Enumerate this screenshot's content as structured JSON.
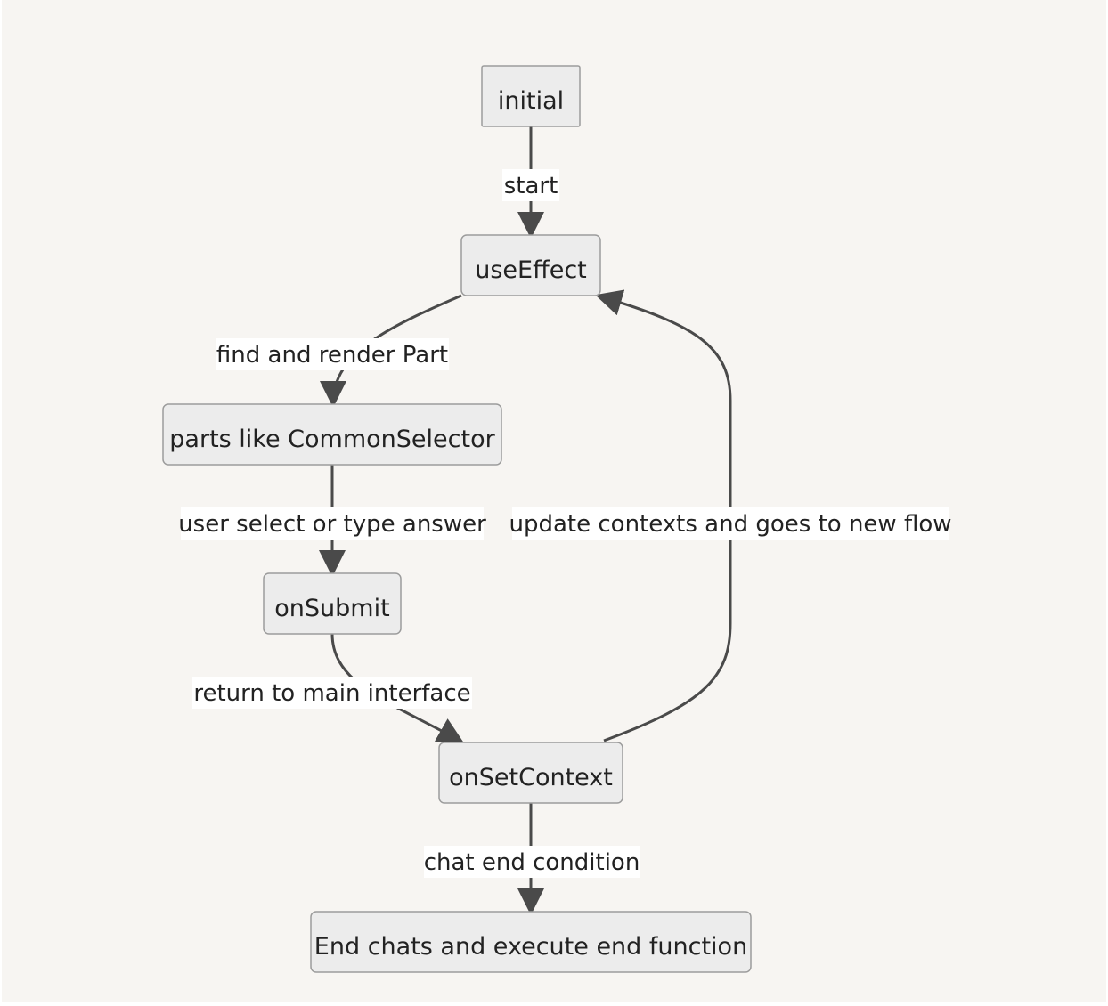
{
  "nodes": {
    "initial": "initial",
    "use_effect": "useEffect",
    "parts": "parts like CommonSelector",
    "on_submit": "onSubmit",
    "on_set_context": "onSetContext",
    "end": "End chats and execute end function"
  },
  "edges": {
    "start": "start",
    "find_render": "find and render Part",
    "user_select": "user select or type answer",
    "update_contexts": "update contexts and goes to new flow",
    "return_main": "return to main interface",
    "chat_end": "chat end condition"
  }
}
